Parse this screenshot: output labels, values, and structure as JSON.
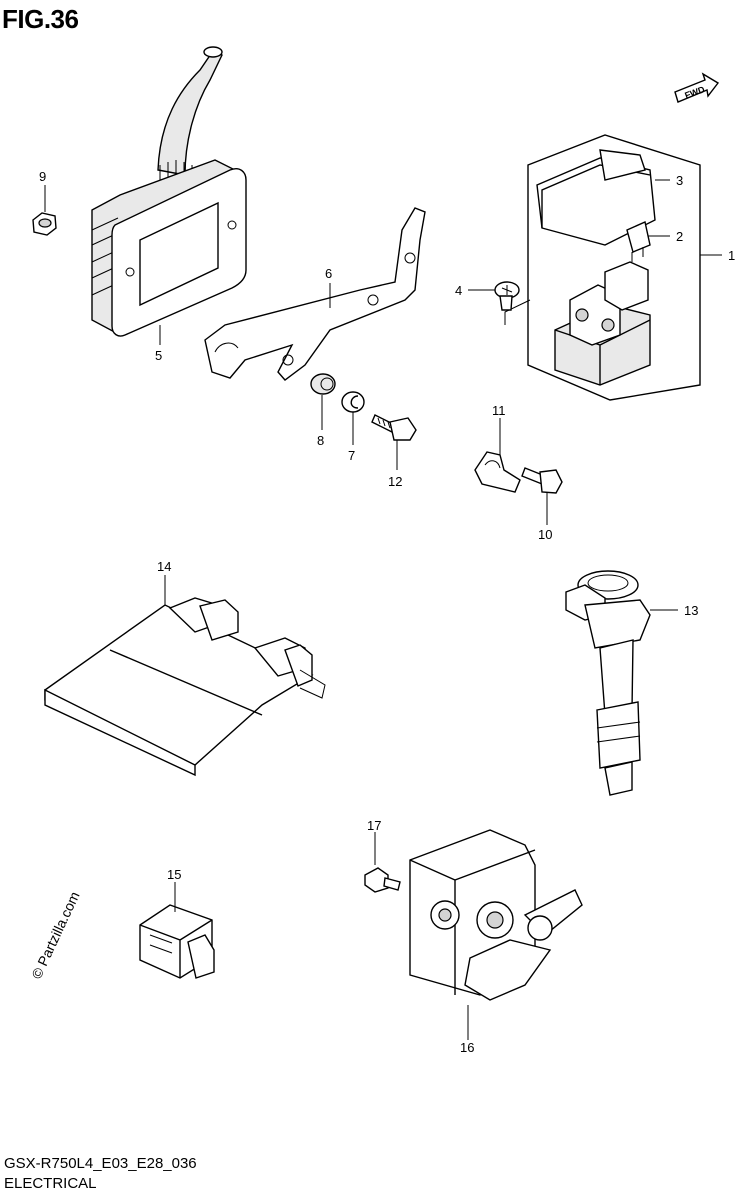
{
  "figure": {
    "title": "FIG.36",
    "model_code": "GSX-R750L4_E03_E28_036",
    "section": "ELECTRICAL"
  },
  "watermark": "© Partzilla.com",
  "fwd_badge": "FWD",
  "callouts": [
    {
      "id": "c1",
      "label": "1"
    },
    {
      "id": "c2",
      "label": "2"
    },
    {
      "id": "c3",
      "label": "3"
    },
    {
      "id": "c4",
      "label": "4"
    },
    {
      "id": "c5",
      "label": "5"
    },
    {
      "id": "c6",
      "label": "6"
    },
    {
      "id": "c7",
      "label": "7"
    },
    {
      "id": "c8",
      "label": "8"
    },
    {
      "id": "c9",
      "label": "9"
    },
    {
      "id": "c10",
      "label": "10"
    },
    {
      "id": "c11",
      "label": "11"
    },
    {
      "id": "c12",
      "label": "12"
    },
    {
      "id": "c13",
      "label": "13"
    },
    {
      "id": "c14",
      "label": "14"
    },
    {
      "id": "c15",
      "label": "15"
    },
    {
      "id": "c16",
      "label": "16"
    },
    {
      "id": "c17",
      "label": "17"
    }
  ]
}
